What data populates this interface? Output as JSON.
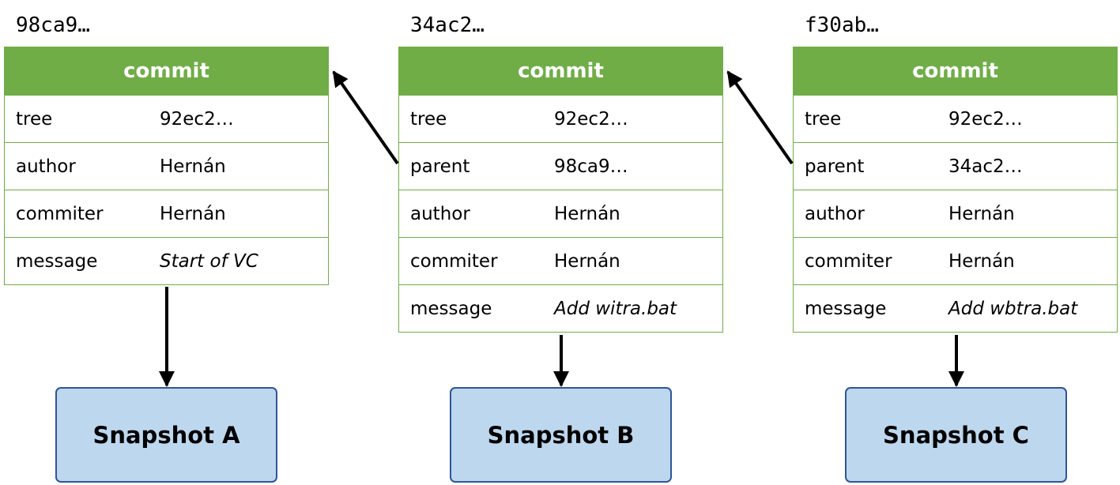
{
  "commits": [
    {
      "hash": "98ca9…",
      "header": "commit",
      "rows": [
        {
          "key": "tree",
          "value": "92ec2…",
          "italic": false
        },
        {
          "key": "author",
          "value": "Hernán",
          "italic": false
        },
        {
          "key": "commiter",
          "value": "Hernán",
          "italic": false
        },
        {
          "key": "message",
          "value": "Start of VC",
          "italic": true
        }
      ]
    },
    {
      "hash": "34ac2…",
      "header": "commit",
      "rows": [
        {
          "key": "tree",
          "value": "92ec2…",
          "italic": false
        },
        {
          "key": "parent",
          "value": "98ca9…",
          "italic": false
        },
        {
          "key": "author",
          "value": "Hernán",
          "italic": false
        },
        {
          "key": "commiter",
          "value": "Hernán",
          "italic": false
        },
        {
          "key": "message",
          "value": "Add witra.bat",
          "italic": true
        }
      ]
    },
    {
      "hash": "f30ab…",
      "header": "commit",
      "rows": [
        {
          "key": "tree",
          "value": "92ec2…",
          "italic": false
        },
        {
          "key": "parent",
          "value": "34ac2…",
          "italic": false
        },
        {
          "key": "author",
          "value": "Hernán",
          "italic": false
        },
        {
          "key": "commiter",
          "value": "Hernán",
          "italic": false
        },
        {
          "key": "message",
          "value": "Add wbtra.bat",
          "italic": true
        }
      ]
    }
  ],
  "snapshots": [
    "Snapshot A",
    "Snapshot B",
    "Snapshot C"
  ],
  "colors": {
    "commit_green": "#70ad47",
    "snapshot_fill": "#bdd7ee",
    "snapshot_border": "#2f5597",
    "arrow": "#000000"
  }
}
